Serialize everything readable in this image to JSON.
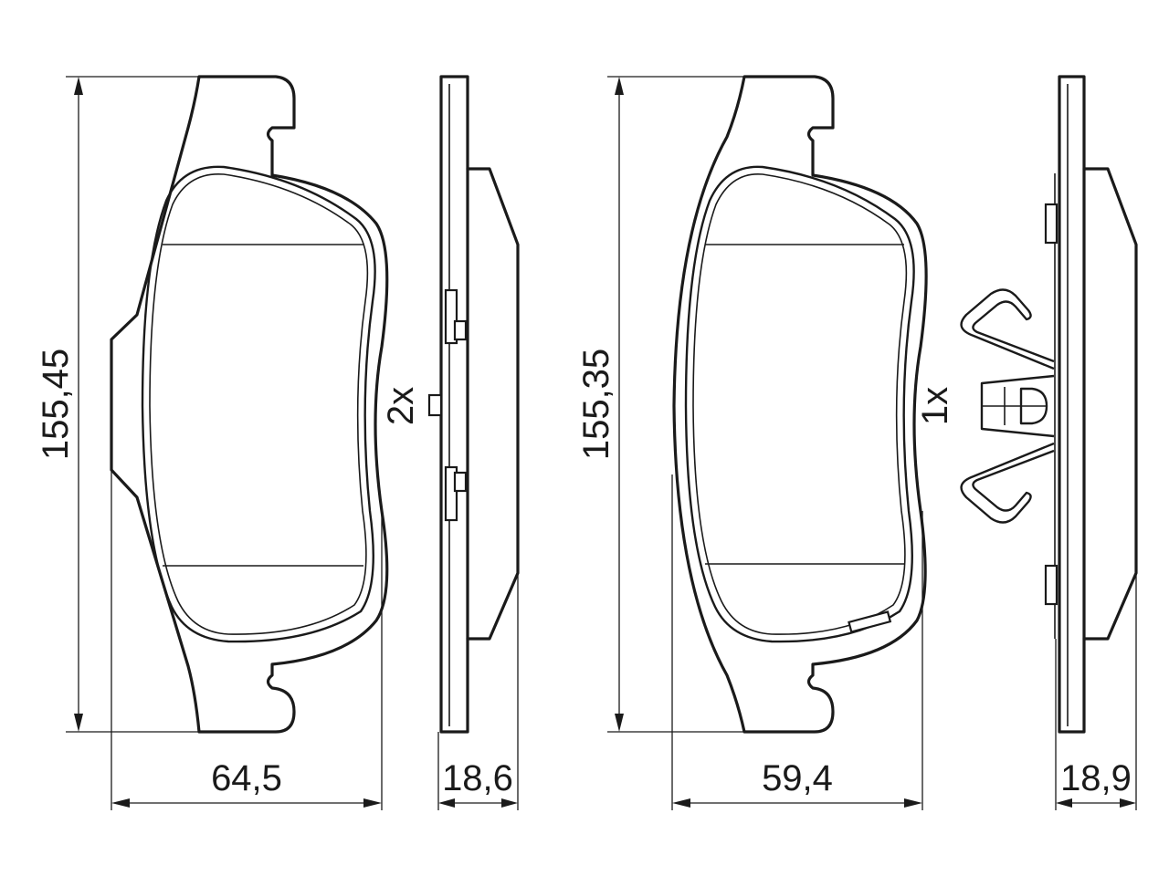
{
  "dimensions": {
    "pad1_height": "155,45",
    "pad1_width": "64,5",
    "pad1_thickness": "18,6",
    "pad2_height": "155,35",
    "pad2_width": "59,4",
    "pad2_thickness": "18,9"
  },
  "quantities": {
    "pad1_qty": "2x",
    "pad2_qty": "1x"
  }
}
